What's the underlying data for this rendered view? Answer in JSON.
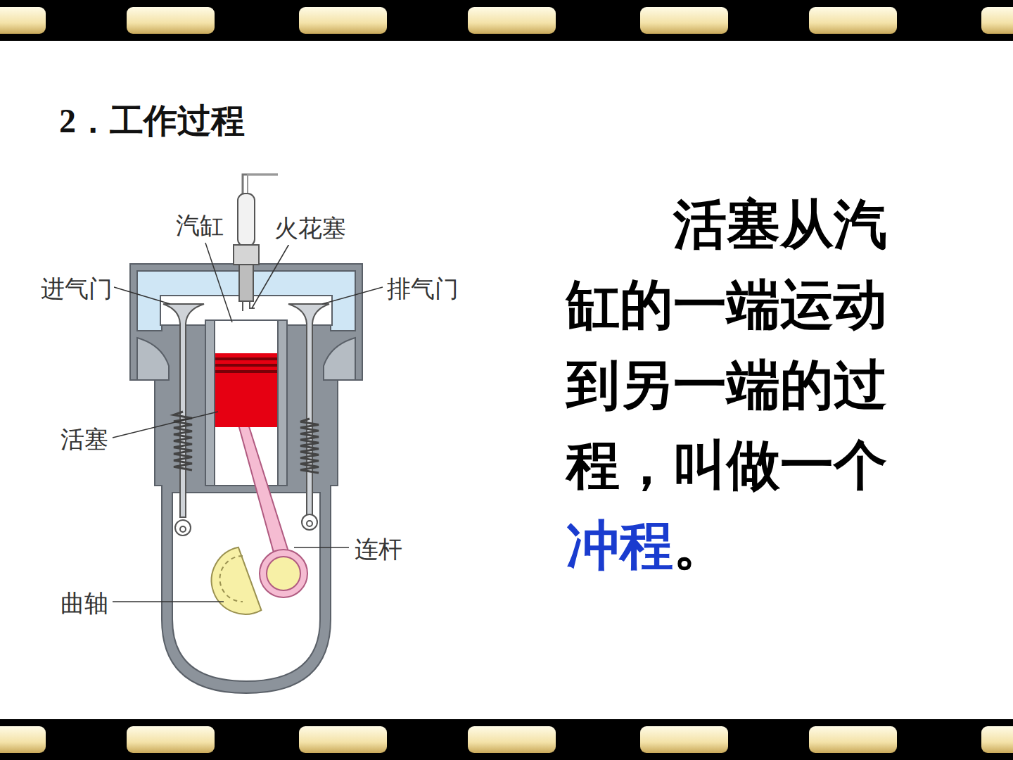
{
  "diagram": {
    "title": "2．工作过程",
    "labels": [
      "汽缸",
      "火花塞",
      "进气门",
      "排气门",
      "活塞",
      "连杆",
      "曲轴",
      "活塞从汽缸的一端运动到另一端的过程，叫做一个",
      "冲程",
      "。"
    ]
  }
}
